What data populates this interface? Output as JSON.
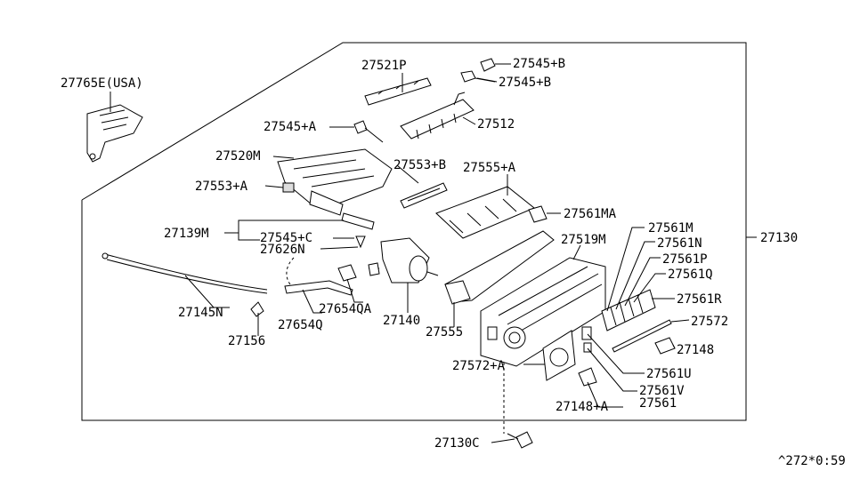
{
  "part_numbers": {
    "p27765E": "27765E(USA)",
    "p27521P": "27521P",
    "p27545B1": "27545+B",
    "p27545B2": "27545+B",
    "p27545A": "27545+A",
    "p27512": "27512",
    "p27520M": "27520M",
    "p27553B": "27553+B",
    "p27555A": "27555+A",
    "p27553A": "27553+A",
    "p27561MA": "27561MA",
    "p27139M": "27139M",
    "p27545C": "27545+C",
    "p27626N": "27626N",
    "p27519M": "27519M",
    "p27561M": "27561M",
    "p27561N": "27561N",
    "p27561P": "27561P",
    "p27561Q": "27561Q",
    "p27130": "27130",
    "p27145N": "27145N",
    "p27654QA": "27654QA",
    "p27561R": "27561R",
    "p27654Q": "27654Q",
    "p27140": "27140",
    "p27572": "27572",
    "p27156": "27156",
    "p27555": "27555",
    "p27148": "27148",
    "p27572A": "27572+A",
    "p27561U": "27561U",
    "p27561V": "27561V",
    "p27148A": "27148+A",
    "p27561": "27561",
    "p27130C": "27130C"
  },
  "footer_code": "^272*0:59"
}
